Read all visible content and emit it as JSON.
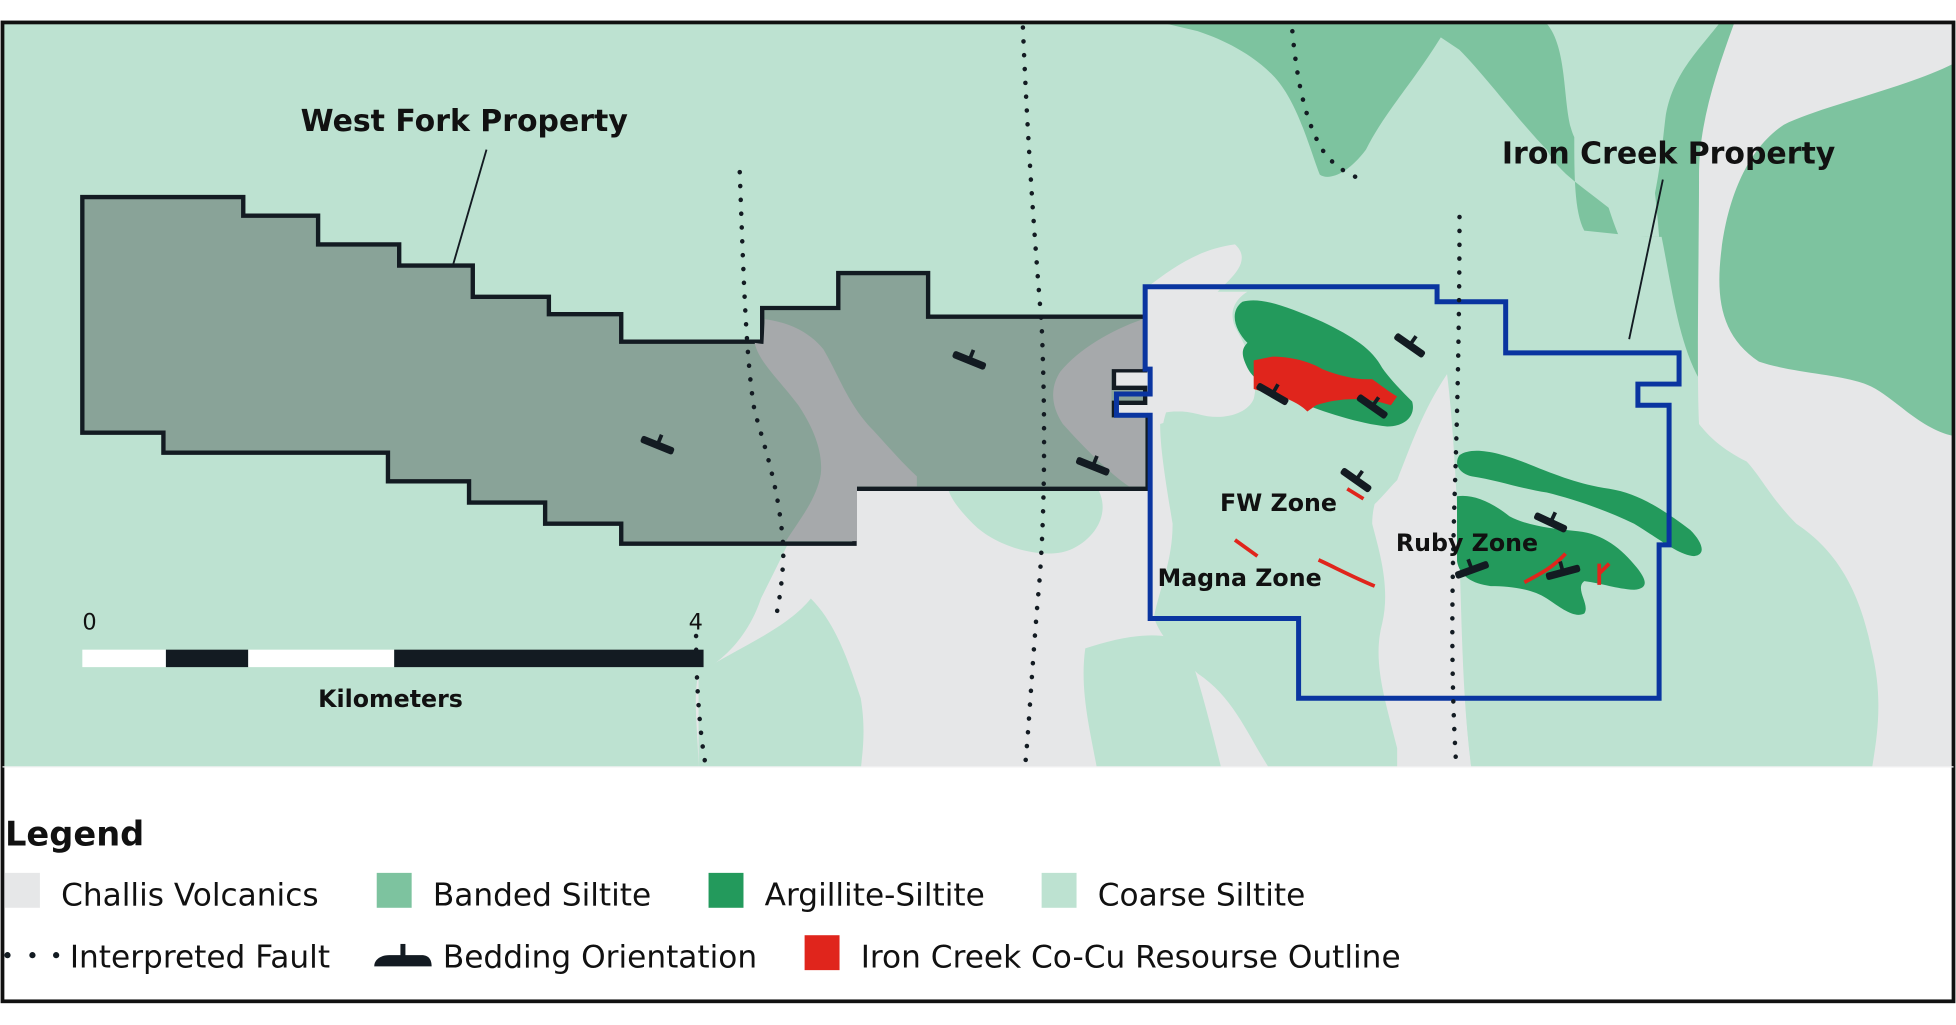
{
  "map": {
    "labels": {
      "west_fork": "West Fork Property",
      "iron_creek": "Iron Creek Property",
      "fw_zone": "FW Zone",
      "ruby_zone": "Ruby Zone",
      "magna_zone": "Magna Zone"
    },
    "scale_bar": {
      "start_label": "0",
      "end_label": "4",
      "unit_label": "Kilometers"
    }
  },
  "legend": {
    "title": "Legend",
    "items": [
      {
        "label": "Challis Volcanics",
        "symbol": "swatch",
        "color": "#e6e7e8"
      },
      {
        "label": "Banded Siltite",
        "symbol": "swatch",
        "color": "#7dc39f"
      },
      {
        "label": "Argillite-Siltite",
        "symbol": "swatch",
        "color": "#239a5c"
      },
      {
        "label": "Coarse Siltite",
        "symbol": "swatch",
        "color": "#bde2d1"
      },
      {
        "label": "Interpreted Fault",
        "symbol": "dotted-line",
        "color": "#131b22"
      },
      {
        "label": "Bedding Orientation",
        "symbol": "bedding-tick",
        "color": "#131b22"
      },
      {
        "label": "Iron Creek Co-Cu Resourse Outline",
        "symbol": "swatch",
        "color": "#e0251c"
      }
    ]
  },
  "colors": {
    "challis_volcanics": "#e6e7e8",
    "banded_siltite": "#7dc39f",
    "argillite_siltite": "#239a5c",
    "coarse_siltite": "#bde2d1",
    "resource_outline": "#e0251c",
    "west_fork_fill": "#89a398",
    "west_fork_overlap": "#a6a9ab",
    "iron_creek_boundary": "#0a35a0",
    "ink": "#131b22"
  }
}
